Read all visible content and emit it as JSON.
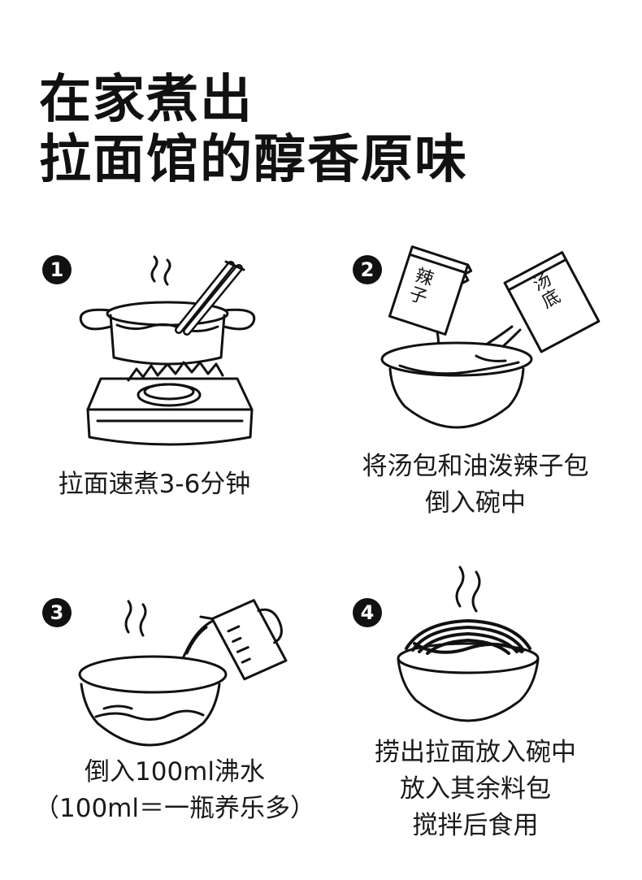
{
  "title": {
    "line1": "在家煮出",
    "line2": "拉面馆的醇香原味"
  },
  "steps": [
    {
      "number": "1",
      "icon": "pot-on-stove-icon",
      "caption": [
        "拉面速煮3-6分钟"
      ]
    },
    {
      "number": "2",
      "icon": "seasoning-packets-into-bowl-icon",
      "packets": [
        "辣子",
        "汤底"
      ],
      "caption": [
        "将汤包和油泼辣子包",
        "倒入碗中"
      ]
    },
    {
      "number": "3",
      "icon": "pour-water-into-bowl-icon",
      "caption": [
        "倒入100ml沸水",
        "（100ml＝一瓶养乐多）"
      ]
    },
    {
      "number": "4",
      "icon": "noodle-bowl-icon",
      "caption": [
        "捞出拉面放入碗中",
        "放入其余料包",
        "搅拌后食用"
      ]
    }
  ]
}
